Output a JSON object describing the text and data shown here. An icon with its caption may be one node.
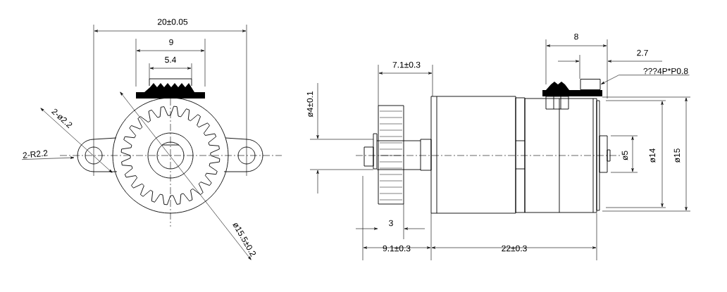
{
  "diagram": {
    "nodes": [
      {
        "text": [
          "???4P*P0.8"
        ]
      },
      {
        "text": [],
        "shape": "box"
      },
      {
        "text": [
          "2-R2.2"
        ]
      }
    ],
    "edges": [
      {
        "from": 0,
        "to": 1,
        "arrow": "to"
      },
      {
        "from": 2,
        "to": null,
        "arrow": "to"
      }
    ],
    "labels": [
      "20±0.05",
      "9",
      "5.4",
      "2-ø2.2",
      "ø15.5±0.2",
      "7.1±0.3",
      "ø4±0.1",
      "8",
      "2.7",
      "ø5",
      "ø14",
      "ø15",
      "3",
      "9.1±0.3",
      "22±0.3"
    ]
  }
}
